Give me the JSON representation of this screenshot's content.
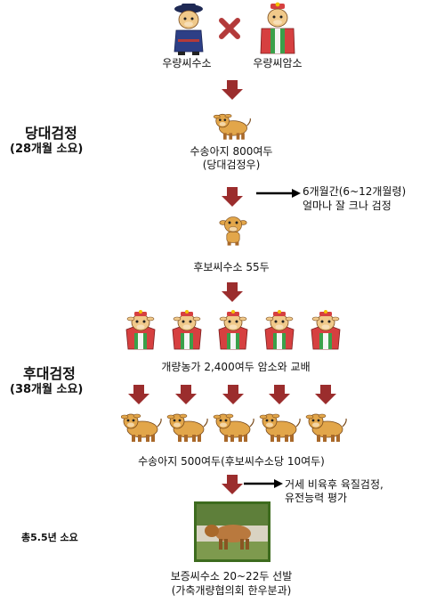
{
  "parents": {
    "sire": "우량씨수소",
    "dam": "우량씨암소"
  },
  "stage1": {
    "title": "당대검정",
    "duration": "(28개월 소요)"
  },
  "stage2": {
    "title": "후대검정",
    "duration": "(38개월 소요)"
  },
  "step1": {
    "line1": "수송아지 800여두",
    "line2": "(당대검정우)"
  },
  "note1": {
    "line1": "6개월간(6~12개월령)",
    "line2": "얼마나 잘 크나 검정"
  },
  "step2": {
    "label": "후보씨수소 55두"
  },
  "step3": {
    "label": "개량농가 2,400여두 암소와 교배"
  },
  "step4": {
    "label": "수송아지 500여두(후보씨수소당 10여두)"
  },
  "note2": {
    "line1": "거세 비육후 육질검정,",
    "line2": "유전능력 평가"
  },
  "total": {
    "label": "총5.5년 소요"
  },
  "final": {
    "line1": "보증씨수소 20~22두 선발",
    "line2": "(가축개량협의회 한우분과)"
  },
  "colors": {
    "arrow": "#9b2d2d",
    "cross": "#b33a3a",
    "cow": "#e2a64a",
    "cowDark": "#a9692a",
    "photoBorder": "#3d6b1e"
  }
}
